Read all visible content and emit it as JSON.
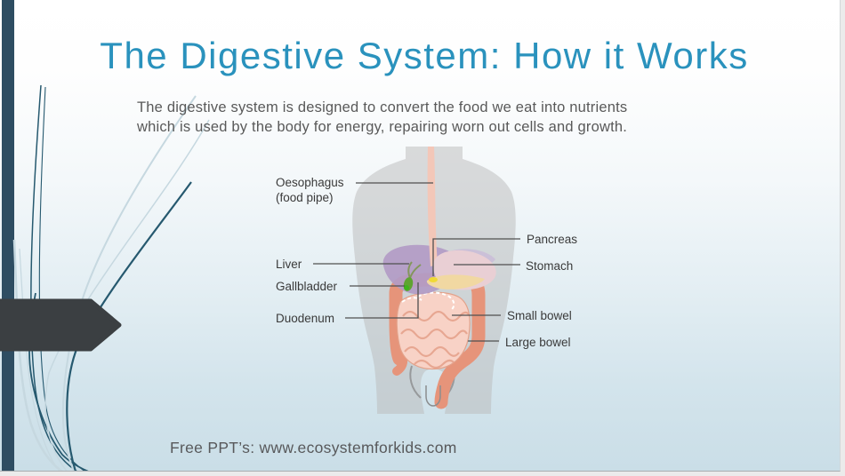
{
  "slide": {
    "title": "The Digestive System: How it Works",
    "subtitle": {
      "line1": "The digestive system is designed to convert the food we eat into nutrients",
      "line2": "which is used by the body for energy, repairing worn out cells and growth."
    },
    "footer": "Free PPT’s: www.ecosystemforkids.com",
    "diagram_labels": {
      "oesophagus": "Oesophagus",
      "oesophagus_sub": "(food pipe)",
      "liver": "Liver",
      "gallbladder": "Gallbladder",
      "duodenum": "Duodenum",
      "pancreas": "Pancreas",
      "stomach": "Stomach",
      "small_bowel": "Small bowel",
      "large_bowel": "Large bowel"
    },
    "colors": {
      "title_text": "#2a92bd",
      "body_text": "#595959",
      "label_text": "#3a3a3a",
      "accent_bar": "#2e4d62",
      "arrow_shape": "#3b3f42",
      "curve_dark": "#26596f",
      "curve_light": "#c6d8e0",
      "torso": "#d9d9d9",
      "oesophagus_organ": "#f3c7b8",
      "liver_organ": "#b29bc5",
      "stomach_organ": "#e9cfd4",
      "pancreas_organ": "#f1d8a2",
      "gallbladder_organ": "#5fa332",
      "large_bowel_organ": "#e6947a",
      "small_bowel_fill": "#f8d2c6",
      "background_bottom": "#cadee7"
    }
  }
}
